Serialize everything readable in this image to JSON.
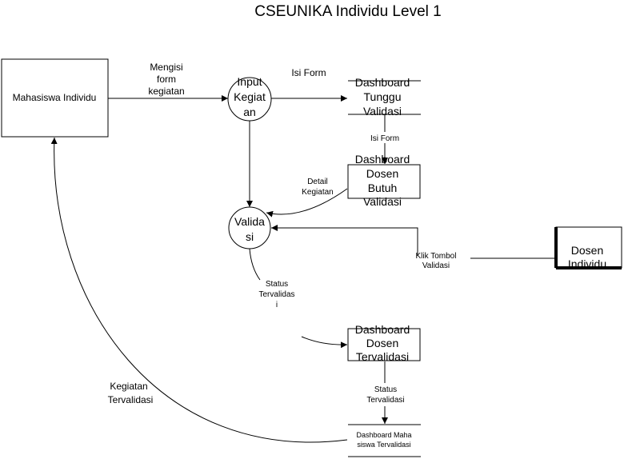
{
  "title": "CSEUNIKA Individu Level 1",
  "entities": {
    "mahasiswa": "Mahasiswa Individu",
    "dosen_line1": "Dosen",
    "dosen_line2": "Individu"
  },
  "processes": {
    "input": [
      "Input",
      "Kegiat",
      "an"
    ],
    "validasi": [
      "Valida",
      "si"
    ]
  },
  "stores": {
    "tunggu": [
      "Dashboard",
      "Tunggu",
      "Validasi"
    ],
    "butuh": [
      "Dashboard",
      "Dosen",
      "Butuh",
      "Validasi"
    ],
    "tervalidasi": [
      "Dashboard",
      "Dosen",
      "Tervalidasi"
    ],
    "mahasiswa_tervalidasi": [
      "Dashboard Maha",
      "siswa Tervalidasi"
    ]
  },
  "flows": {
    "mengisi_form": [
      "Mengisi",
      "form",
      "kegiatan"
    ],
    "isi_form_top": "Isi Form",
    "isi_form_small": "Isi Form",
    "detail_kegiatan": [
      "Detail",
      "Kegiatan"
    ],
    "klik_tombol": [
      "Klik Tombol",
      "Validasi"
    ],
    "status_tervalidasi_1": [
      "Status",
      "Tervalidas",
      "i"
    ],
    "status_tervalidasi_2": [
      "Status",
      "Tervalidasi"
    ],
    "kegiatan_tervalidasi": [
      "Kegiatan",
      "Tervalidasi"
    ]
  }
}
